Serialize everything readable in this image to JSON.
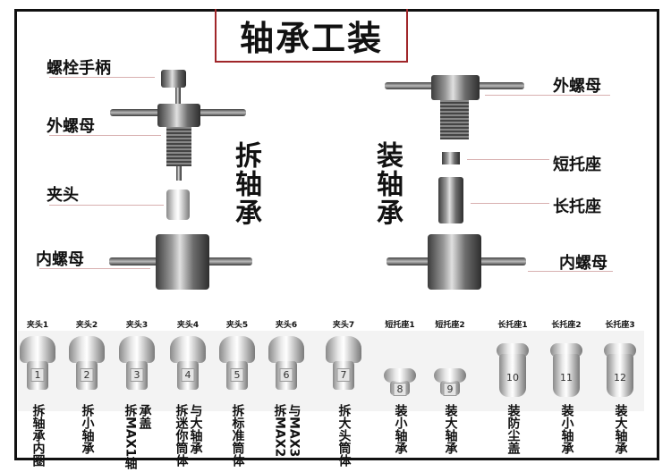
{
  "title": "轴承工装",
  "left": {
    "labels": {
      "bolt_handle": "螺栓手柄",
      "outer_nut": "外螺母",
      "collet": "夹头",
      "inner_nut": "内螺母"
    },
    "vertical": "拆轴承"
  },
  "right": {
    "labels": {
      "outer_nut": "外螺母",
      "short_seat": "短托座",
      "long_seat": "长托座",
      "inner_nut": "内螺母"
    },
    "vertical": "装轴承"
  },
  "items": [
    {
      "name": "夹头1",
      "num": "1",
      "desc": [
        "拆轴承内圈"
      ],
      "type": "collet"
    },
    {
      "name": "夹头2",
      "num": "2",
      "desc": [
        "拆小轴承"
      ],
      "type": "collet"
    },
    {
      "name": "夹头3",
      "num": "3",
      "desc": [
        "拆MAX1轴",
        "承盖"
      ],
      "type": "collet"
    },
    {
      "name": "夹头4",
      "num": "4",
      "desc": [
        "拆迷你筒体",
        "与大轴承"
      ],
      "type": "collet"
    },
    {
      "name": "夹头5",
      "num": "5",
      "desc": [
        "拆标准筒体"
      ],
      "type": "collet"
    },
    {
      "name": "夹头6",
      "num": "6",
      "desc": [
        "拆MAX2",
        "与MAX3"
      ],
      "type": "collet"
    },
    {
      "name": "夹头7",
      "num": "7",
      "desc": [
        "拆大头筒体"
      ],
      "type": "collet"
    },
    {
      "name": "短托座1",
      "num": "8",
      "desc": [
        "装小轴承"
      ],
      "type": "short"
    },
    {
      "name": "短托座2",
      "num": "9",
      "desc": [
        "装大轴承"
      ],
      "type": "short"
    },
    {
      "name": "长托座1",
      "num": "10",
      "desc": [
        "装防尘盖"
      ],
      "type": "long"
    },
    {
      "name": "长托座2",
      "num": "11",
      "desc": [
        "装小轴承"
      ],
      "type": "long"
    },
    {
      "name": "长托座3",
      "num": "12",
      "desc": [
        "装大轴承"
      ],
      "type": "long"
    }
  ],
  "colors": {
    "title_border": "#a0262a",
    "frame": "#111111",
    "leader_line": "#d8b0b0"
  }
}
